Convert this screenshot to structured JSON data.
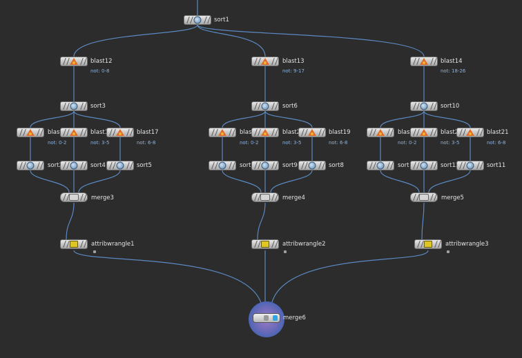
{
  "colors": {
    "background": "#2c2c2c",
    "wire": "#5b8ac4",
    "sublabel": "#8fb4de",
    "display_flag": "#2aa8e8"
  },
  "nodes": {
    "sort1": "sort1",
    "blast12": "blast12",
    "blast12_note": "not: 0-8",
    "blast13": "blast13",
    "blast13_note": "not: 9-17",
    "blast14": "blast14",
    "blast14_note": "not: 18-26",
    "sort3": "sort3",
    "sort6": "sort6",
    "sort10": "sort10",
    "g1": {
      "b_a": "blast",
      "b_b": "blast1",
      "b_c": "blast17",
      "n_a": "not: 0-2",
      "n_b": "not: 3-5",
      "n_c": "not: 6-8",
      "s_a": "sort2",
      "s_b": "sort4",
      "s_c": "sort5"
    },
    "g2": {
      "b_a": "blast",
      "b_b": "blast2",
      "b_c": "blast19",
      "n_a": "not: 0-2",
      "n_b": "not: 3-5",
      "n_c": "not: 6-8",
      "s_a": "sort",
      "s_b": "sort9",
      "s_c": "sort8"
    },
    "g3": {
      "b_a": "blast",
      "b_b": "blast2",
      "b_c": "blast21",
      "n_a": "not: 0-2",
      "n_b": "not: 3-5",
      "n_c": "not: 6-8",
      "s_a": "sort",
      "s_b": "sort12",
      "s_c": "sort11"
    },
    "merge3": "merge3",
    "merge4": "merge4",
    "merge5": "merge5",
    "attribwrangle1": "attribwrangle1",
    "attribwrangle2": "attribwrangle2",
    "attribwrangle3": "attribwrangle3",
    "merge6": "merge6"
  },
  "icons": {
    "sort": "sort-icon",
    "blast": "blast-icon",
    "merge": "merge-icon",
    "wrangle": "wrangle-icon"
  }
}
